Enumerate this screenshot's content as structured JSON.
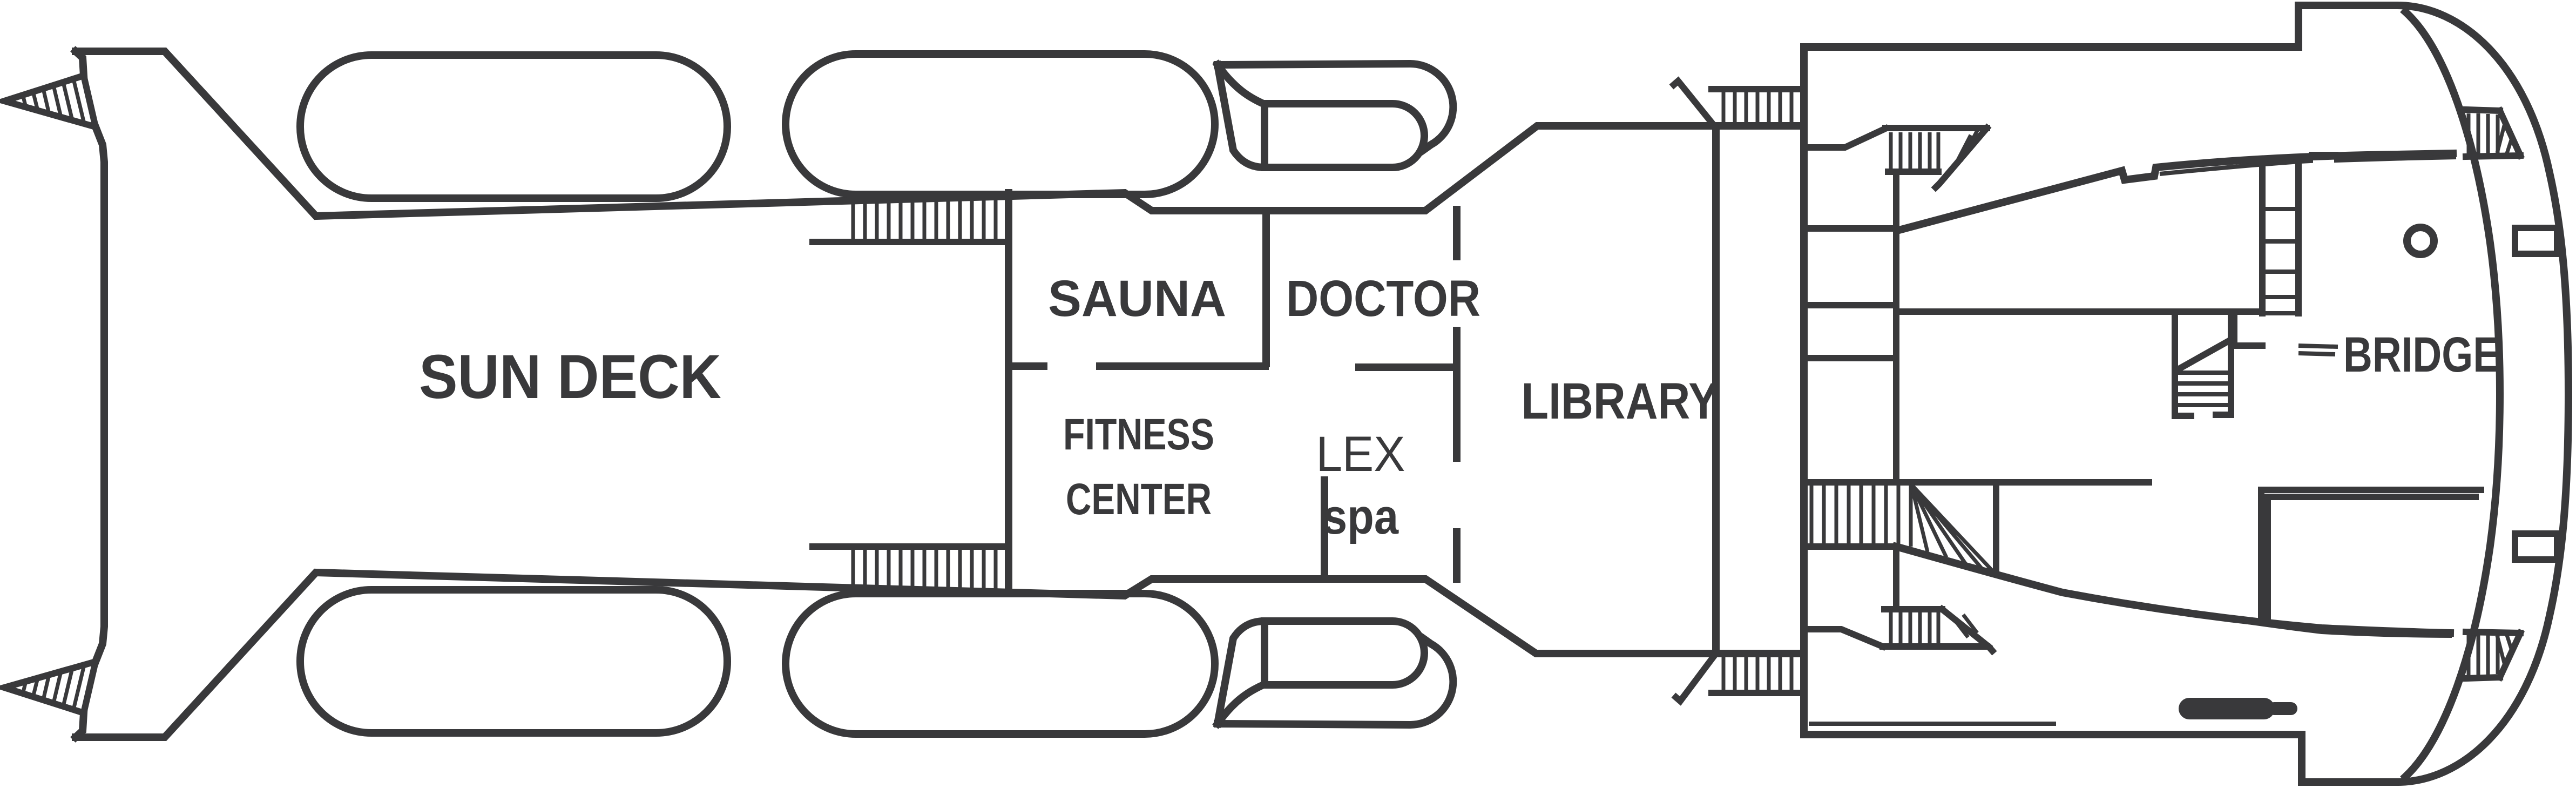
{
  "diagram": {
    "type": "ship-deck-plan",
    "description": "Cruise ship upper deck floor plan, bow at right, stern at left"
  },
  "colors": {
    "line": "#39393b",
    "background": "#ffffff"
  },
  "labels": {
    "sun_deck": "SUN DECK",
    "sauna": "SAUNA",
    "doctor": "DOCTOR",
    "fitness_line1": "FITNESS",
    "fitness_line2": "CENTER",
    "lex": "LEX",
    "spa": "spa",
    "library": "LIBRARY",
    "bridge": "BRIDGE"
  },
  "rooms": [
    {
      "label": "SUN DECK"
    },
    {
      "label": "SAUNA"
    },
    {
      "label": "DOCTOR"
    },
    {
      "label": "FITNESS CENTER"
    },
    {
      "label": "LEX spa"
    },
    {
      "label": "LIBRARY"
    },
    {
      "label": "BRIDGE"
    }
  ]
}
